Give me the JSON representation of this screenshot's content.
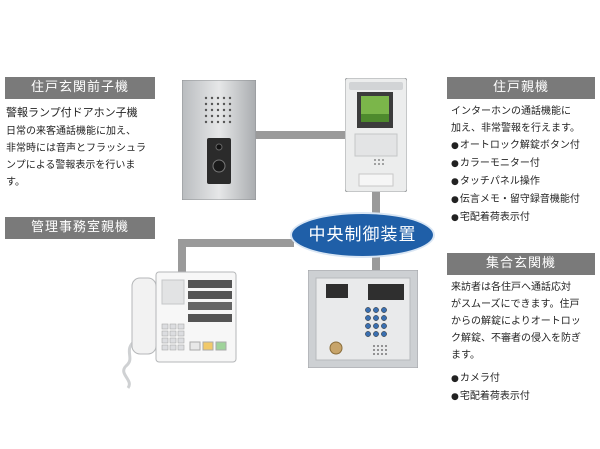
{
  "left_top": {
    "header": "住戸玄関前子機",
    "subtitle": "警報ランプ付ドアホン子機",
    "lines": [
      "日常の来客通話機能に加え、",
      "非常時には音声とフラッシュラ",
      "ンプによる警報表示を行いま",
      "す。"
    ]
  },
  "left_mid": {
    "header": "管理事務室親機"
  },
  "right_top": {
    "header": "住戸親機",
    "lines": [
      "インターホンの通話機能に",
      "加え、非常警報を行えます。"
    ],
    "bullets": [
      "オートロック解錠ボタン付",
      "カラーモニター付",
      "タッチパネル操作",
      "伝言メモ・留守録音機能付",
      "宅配着荷表示付"
    ]
  },
  "right_bottom": {
    "header": "集合玄関機",
    "lines": [
      "来訪者は各住戸へ通話応対",
      "がスムーズにできます。住戸",
      "からの解錠によりオートロッ",
      "ク解錠、不審者の侵入を防ぎ",
      "ます。"
    ],
    "bullets": [
      "カメラ付",
      "宅配着荷表示付"
    ]
  },
  "center": {
    "label": "中央制御装置"
  },
  "colors": {
    "header_bg": "#7a7a7a",
    "center_bg": "#1f5fa8",
    "wire": "#9a9a9a"
  }
}
